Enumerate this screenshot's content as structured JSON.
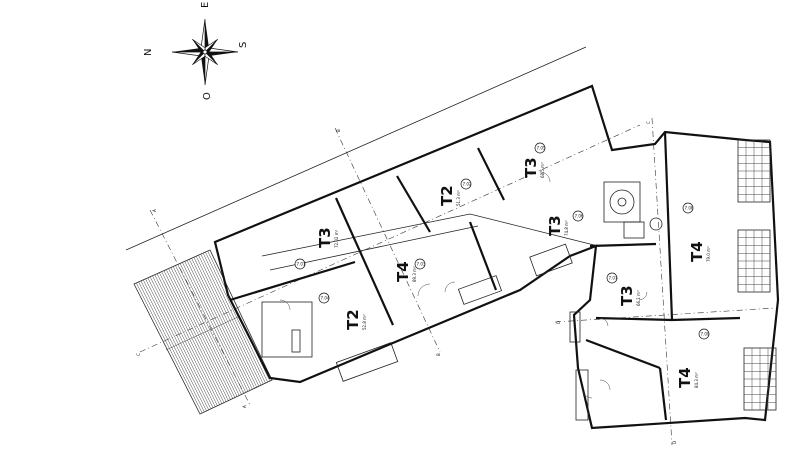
{
  "compass": {
    "north": "N",
    "south": "S",
    "east": "E",
    "west": "O"
  },
  "units": [
    {
      "type": "T3",
      "area": "72.02 m²",
      "tag": "7.01"
    },
    {
      "type": "T2",
      "area": "51.3 m²",
      "tag": "7.02"
    },
    {
      "type": "T4",
      "area": "89.3 m²",
      "tag": "7.03"
    },
    {
      "type": "T2",
      "area": "52.8 m²",
      "tag": "7.04"
    },
    {
      "type": "T3",
      "area": "68.5 m²",
      "tag": "7.05"
    },
    {
      "type": "T3",
      "area": "74.8 m²",
      "tag": "7.06"
    },
    {
      "type": "T3",
      "area": "66.1 m²",
      "tag": "7.07"
    },
    {
      "type": "T4",
      "area": "79.0 m²",
      "tag": "7.08"
    },
    {
      "type": "T4",
      "area": "84.3 m²",
      "tag": "7.09"
    }
  ],
  "axis_marks": [
    "A",
    "A",
    "B",
    "B",
    "C",
    "C",
    "D",
    "D"
  ]
}
